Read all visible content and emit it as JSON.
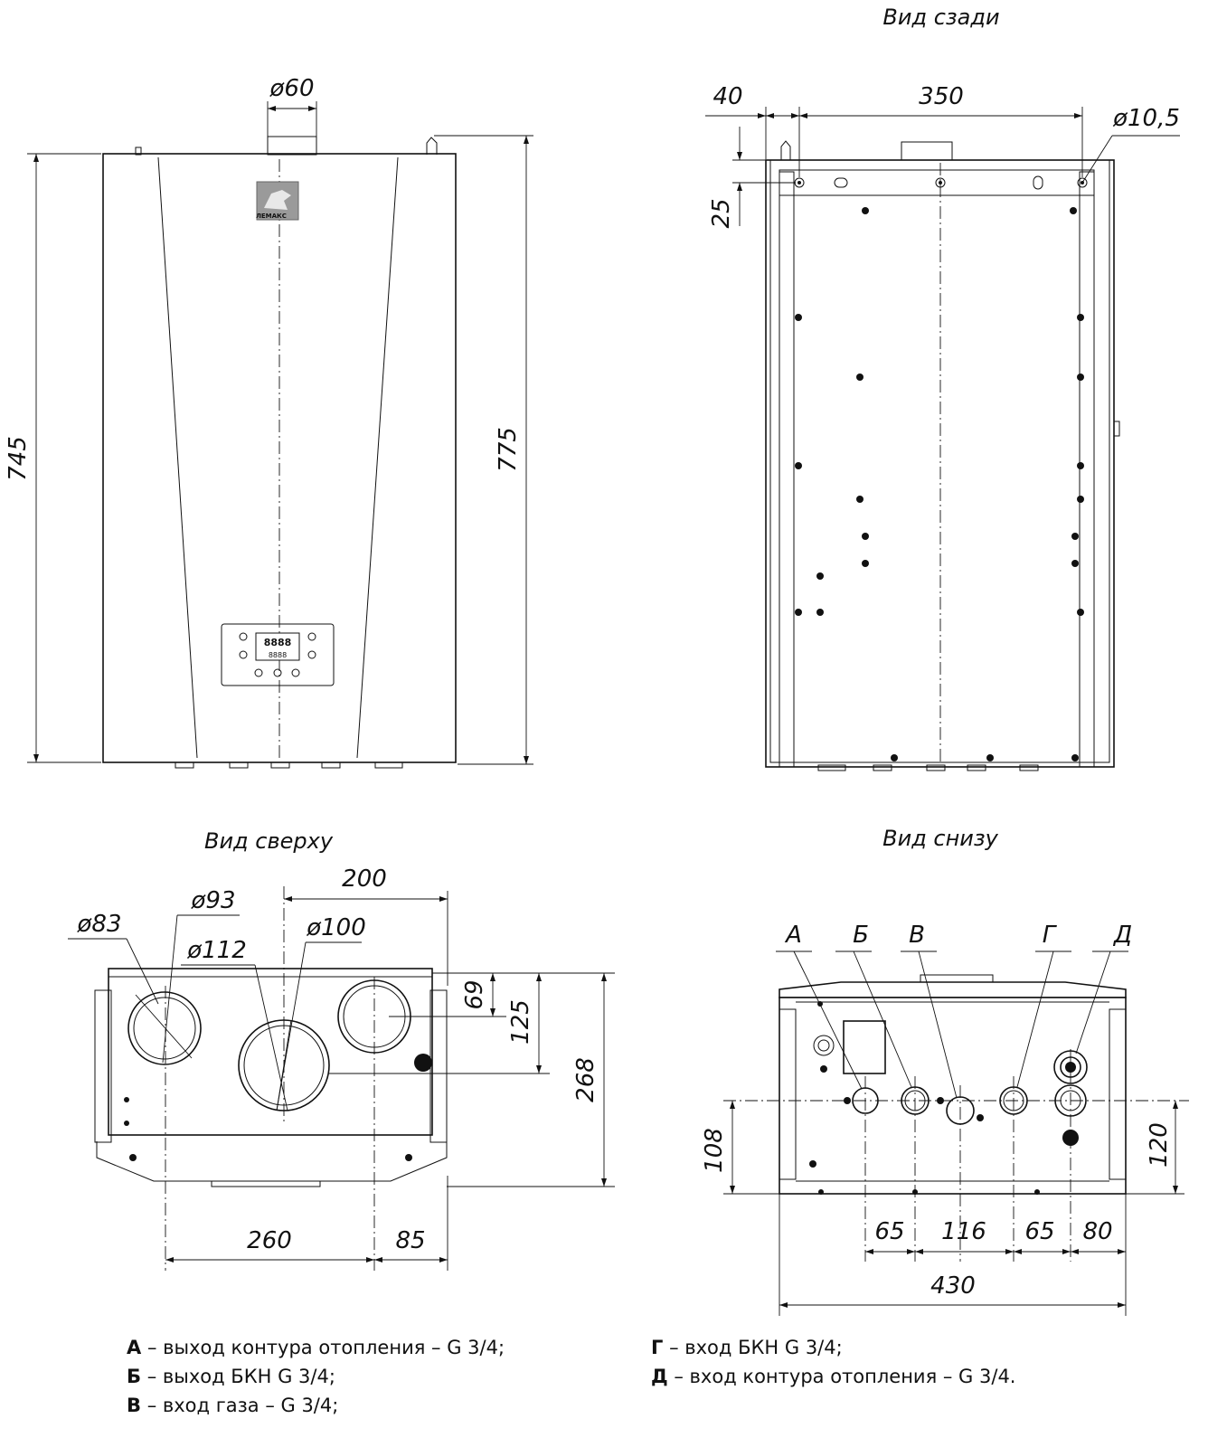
{
  "views": {
    "rear_title": "Вид сзади",
    "top_title": "Вид сверху",
    "bottom_title": "Вид снизу"
  },
  "logo_text": "ЛЕМАКС",
  "front_dims": {
    "d60": "ø60",
    "h745": "745",
    "h775": "775"
  },
  "rear_dims": {
    "d40": "40",
    "d350": "350",
    "d10_5": "ø10,5",
    "d25": "25"
  },
  "top_dims": {
    "d200": "200",
    "d93": "ø93",
    "d83": "ø83",
    "d112": "ø112",
    "d100": "ø100",
    "d69": "69",
    "d125": "125",
    "d268": "268",
    "d260": "260",
    "d85": "85"
  },
  "bottom_dims": {
    "d108": "108",
    "d120": "120",
    "d65a": "65",
    "d116": "116",
    "d65b": "65",
    "d80": "80",
    "d430": "430"
  },
  "ports": {
    "a": "А",
    "b": "Б",
    "v": "В",
    "g": "Г",
    "d": "Д"
  },
  "legend": [
    {
      "key": "А",
      "text": " – выход контура отопления – G 3/4;"
    },
    {
      "key": "Б",
      "text": " – выход БКН G 3/4;"
    },
    {
      "key": "В",
      "text": " – вход газа – G 3/4;"
    },
    {
      "key": "Г",
      "text": " – вход БКН G 3/4;"
    },
    {
      "key": "Д",
      "text": " – вход контура отопления – G 3/4."
    }
  ]
}
